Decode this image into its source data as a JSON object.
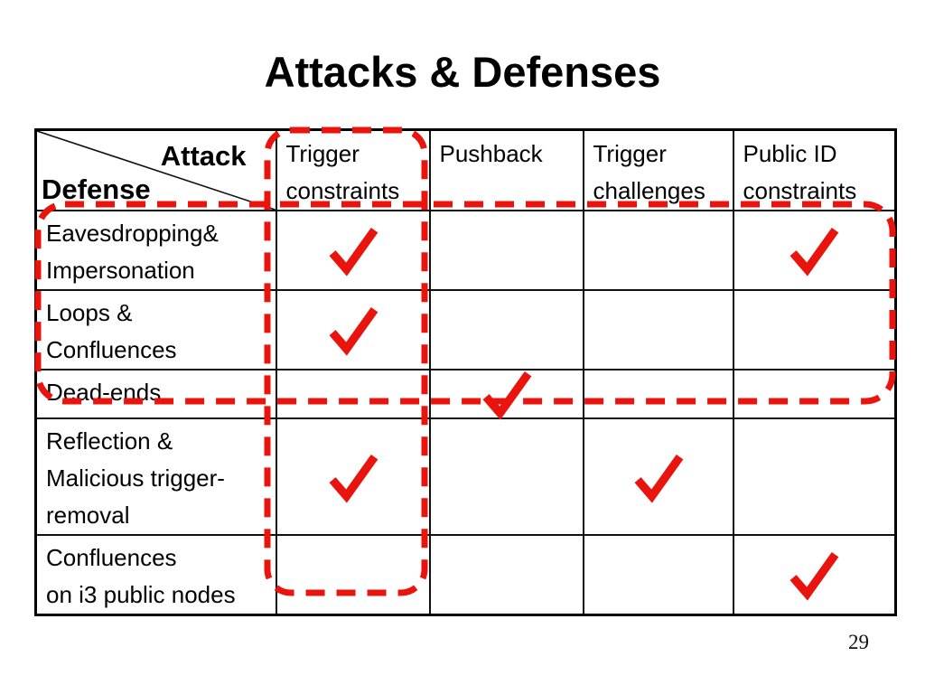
{
  "slide": {
    "title": "Attacks & Defenses",
    "page_number": "29"
  },
  "colors": {
    "highlight_red": "#e8140d",
    "text_black": "#000000"
  },
  "table": {
    "corner": {
      "attack_label": "Attack",
      "defense_label": "Defense"
    },
    "columns": [
      "Trigger\nconstraints",
      "Pushback",
      "Trigger\nchallenges",
      "Public ID\nconstraints"
    ],
    "check_glyph": "✓",
    "rows": [
      {
        "label": "Eavesdropping&\nImpersonation",
        "checks": [
          true,
          false,
          false,
          true
        ]
      },
      {
        "label": "Loops &\nConfluences",
        "checks": [
          true,
          false,
          false,
          false
        ]
      },
      {
        "label": "Dead-ends",
        "checks": [
          false,
          true,
          false,
          false
        ]
      },
      {
        "label": "Reflection &\nMalicious trigger-\nremoval",
        "checks": [
          true,
          false,
          true,
          false
        ]
      },
      {
        "label": "Confluences\non i3 public nodes",
        "checks": [
          false,
          false,
          false,
          true
        ]
      }
    ]
  }
}
